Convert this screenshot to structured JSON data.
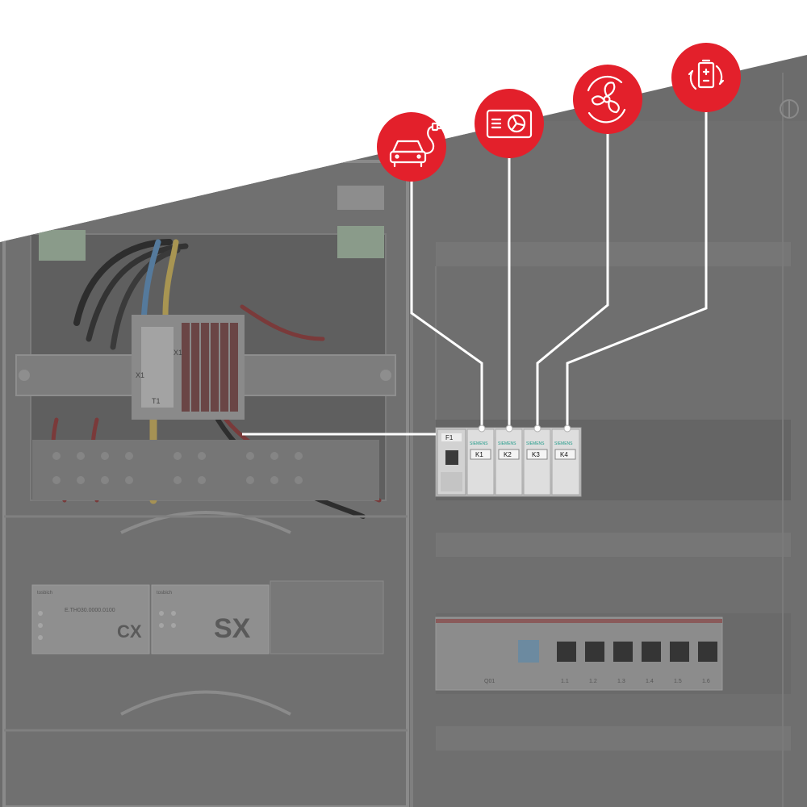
{
  "scene": {
    "title": "Electrical distribution cabinet with controller modules and contactor relays",
    "devices": [
      {
        "name": "ev-charger",
        "icon": "ev-charging-car-icon"
      },
      {
        "name": "heat-pump",
        "icon": "heat-pump-fan-icon"
      },
      {
        "name": "ventilation",
        "icon": "fan-icon"
      },
      {
        "name": "battery-storage",
        "icon": "battery-cycle-icon"
      }
    ]
  },
  "relays": {
    "fuse_label": "F1",
    "brand": "SIEMENS",
    "items": [
      {
        "label": "K1"
      },
      {
        "label": "K2"
      },
      {
        "label": "K3"
      },
      {
        "label": "K4"
      }
    ]
  },
  "modules": {
    "cx": {
      "code": "CX",
      "serial": "E.TH030.0000.0100",
      "brand": "tosbich"
    },
    "sx": {
      "code": "SX",
      "brand": "tosbich"
    }
  },
  "breakers": {
    "main_label": "Q01",
    "labels": [
      "1.1",
      "1.2",
      "1.3",
      "1.4",
      "1.5",
      "1.6"
    ]
  },
  "terminals": {
    "left_label": "X1",
    "right_label": "X1",
    "bottom_label": "T1"
  },
  "colors": {
    "accent_red": "#e3202b",
    "cabinet_gray": "#6e6e6e",
    "line_white": "#ffffff",
    "background": "#ffffff"
  }
}
